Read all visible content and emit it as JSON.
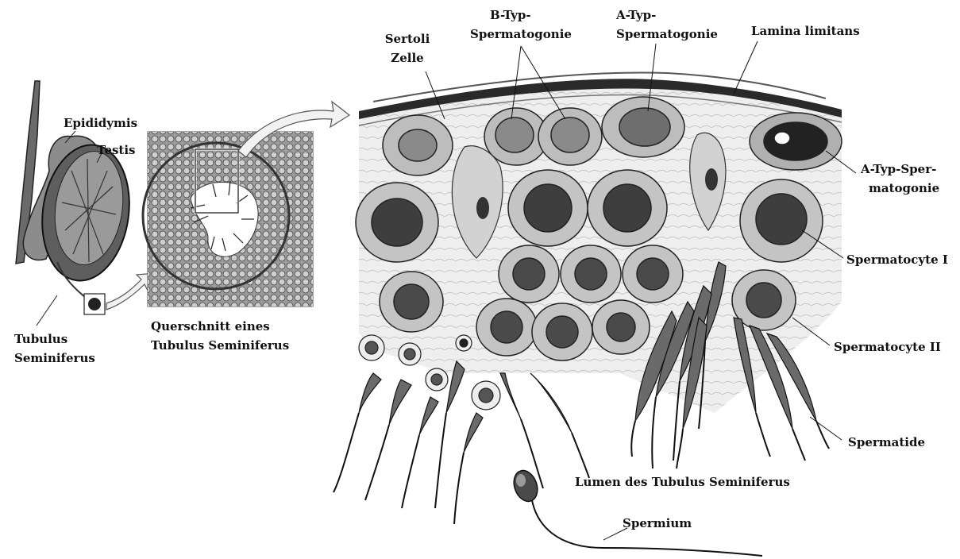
{
  "colors": {
    "background": "#ffffff",
    "ink": "#111111",
    "cell_fill": "#c4c4c4",
    "nucleus_fill": "#4a4a4a",
    "stroma": "#eeeeee",
    "wall": "#2a2a2a"
  },
  "labels": {
    "epididymis": "Epididymis",
    "testis": "Testis",
    "tubulus_line1": "Tubulus",
    "tubulus_line2": "Seminiferus",
    "querschnitt_line1": "Querschnitt eines",
    "querschnitt_line2": "Tubulus Seminiferus",
    "sertoli_line1": "Sertoli",
    "sertoli_line2": "Zelle",
    "btyp_line1": "B-Typ-",
    "btyp_line2": "Spermatogonie",
    "atyp_line1": "A-Typ-",
    "atyp_line2": "Spermatogonie",
    "lamina": "Lamina limitans",
    "atyp_right_line1": "A-Typ-Sper-",
    "atyp_right_line2": "matogonie",
    "spermatocyte1": "Spermatocyte I",
    "spermatocyte2": "Spermatocyte II",
    "spermatide": "Spermatide",
    "lumen": "Lumen des Tubulus Seminiferus",
    "spermium": "Spermium"
  }
}
